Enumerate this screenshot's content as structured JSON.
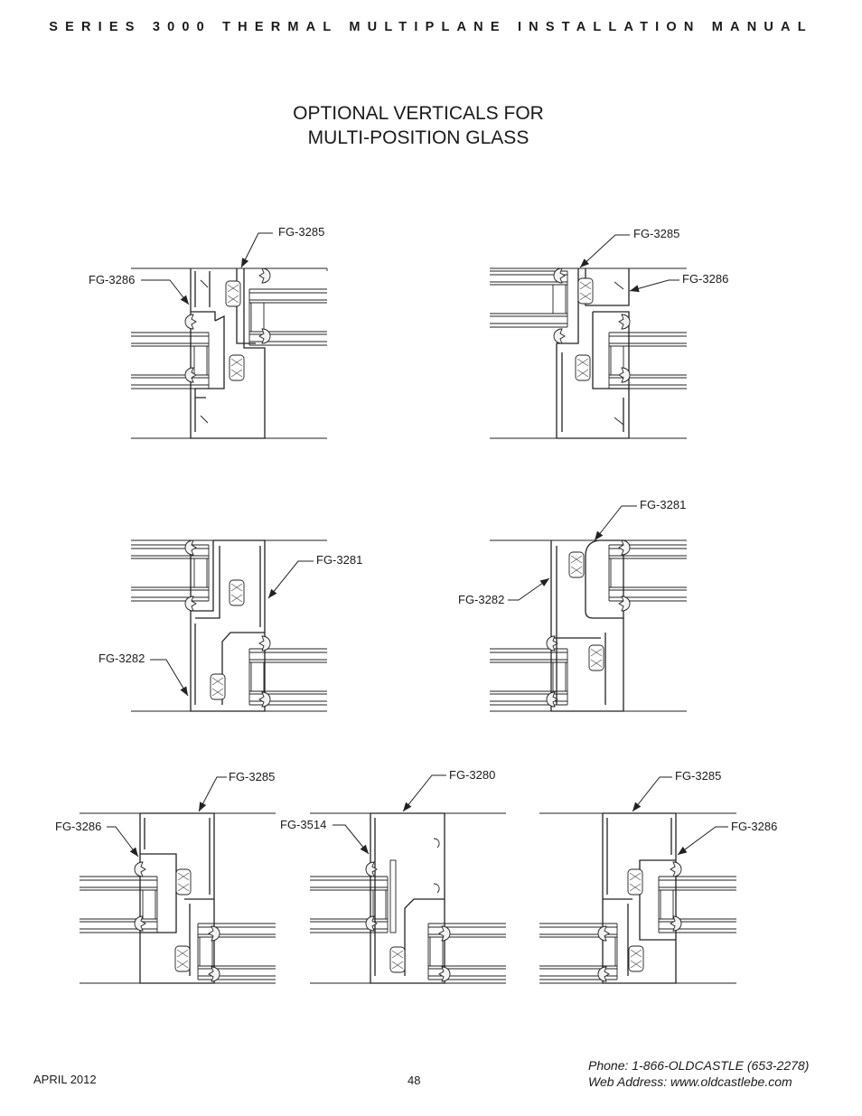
{
  "header": {
    "text": "SERIES 3000 THERMAL MULTIPLANE INSTALLATION MANUAL"
  },
  "title": {
    "line1": "OPTIONAL VERTICALS FOR",
    "line2": "MULTI-POSITION GLASS"
  },
  "labels": {
    "d1_top": "FG-3285",
    "d1_side": "FG-3286",
    "d2_top": "FG-3285",
    "d2_side": "FG-3286",
    "d3_right": "FG-3281",
    "d3_left": "FG-3282",
    "d4_top": "FG-3281",
    "d4_left": "FG-3282",
    "d5_top": "FG-3285",
    "d5_side": "FG-3286",
    "d6_top": "FG-3280",
    "d6_side": "FG-3514",
    "d7_top": "FG-3285",
    "d7_side": "FG-3286"
  },
  "footer": {
    "date": "APRIL 2012",
    "page": "48",
    "phone": "Phone: 1-866-OLDCASTLE (653-2278)",
    "web": "Web Address: www.oldcastlebe.com"
  }
}
